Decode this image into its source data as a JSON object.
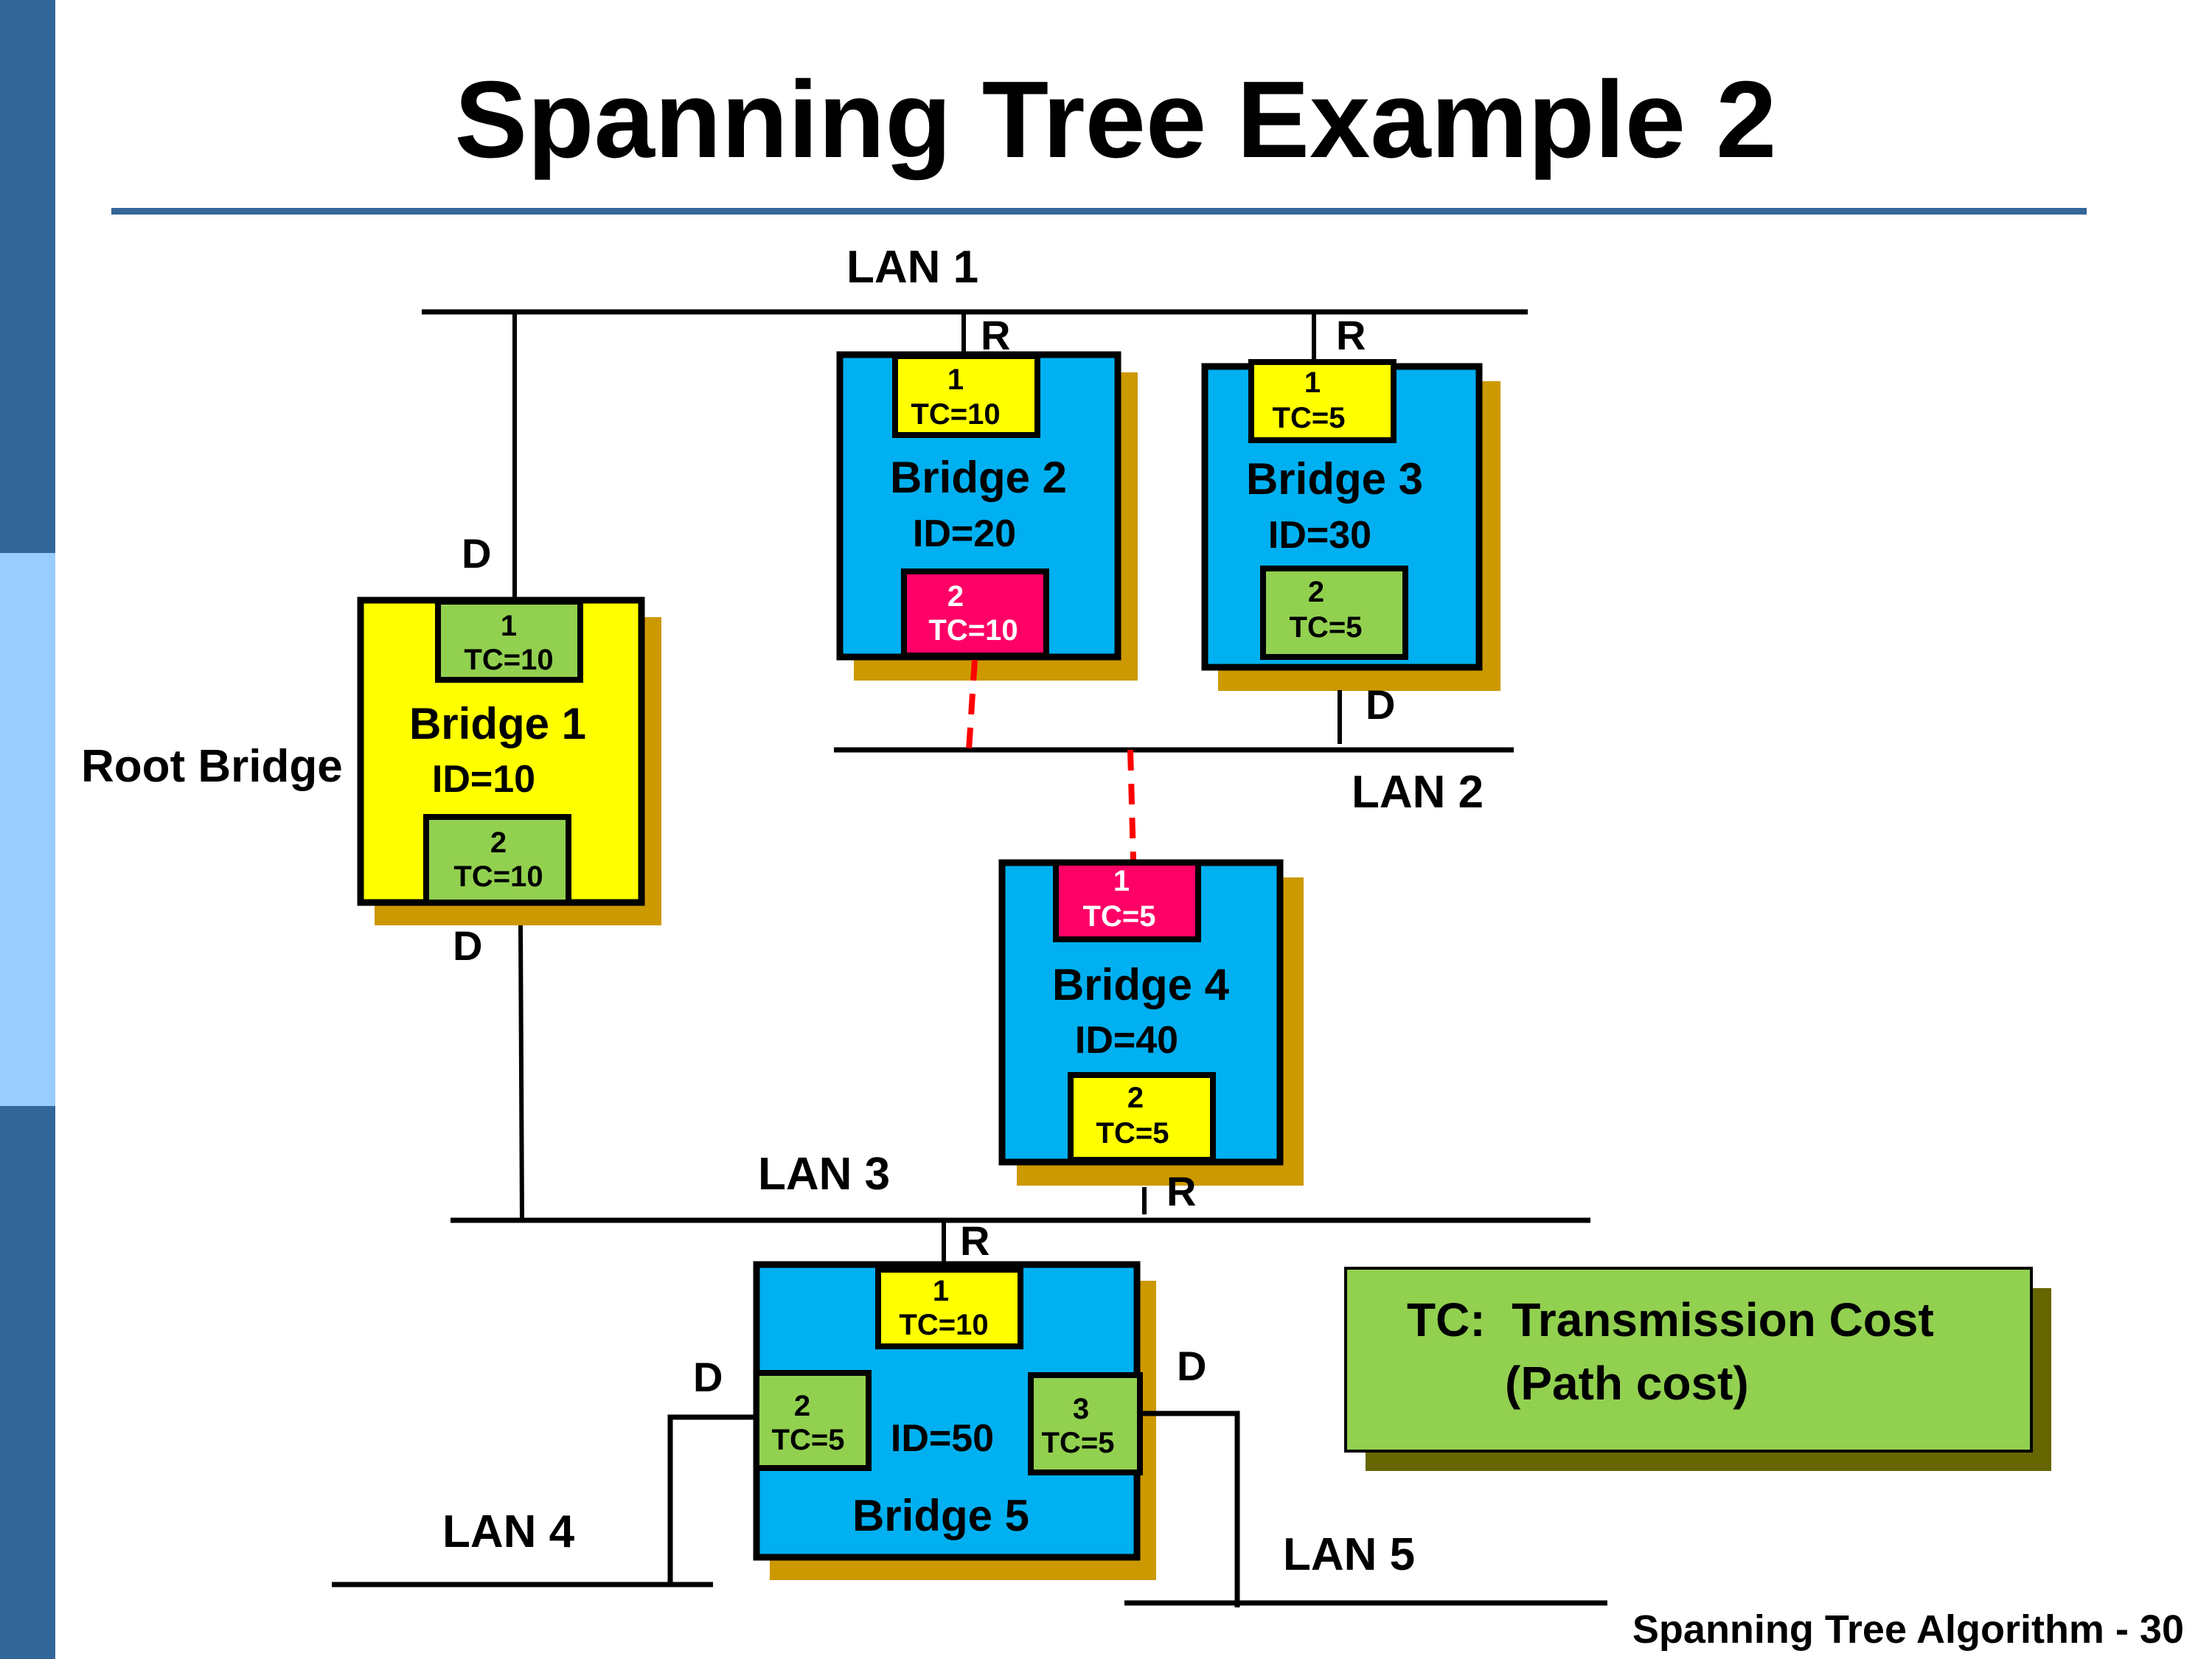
{
  "slide": {
    "title": "Spanning Tree Example 2",
    "footer": "Spanning Tree Algorithm - 30",
    "colors": {
      "sidebar_dark": "#336699",
      "sidebar_light": "#99CCFF",
      "title_rule": "#336699",
      "root_bridge_fill": "#FFFF00",
      "bridge_fill": "#00B0F0",
      "bridge_shadow": "#CC9900",
      "root_port": "#FFFF00",
      "designated_port": "#92D050",
      "blocked_port": "#FF0066",
      "blocked_link": "#FF0000",
      "legend_fill": "#92D050",
      "legend_shadow": "#666600"
    }
  },
  "lans": {
    "lan1": "LAN 1",
    "lan2": "LAN 2",
    "lan3": "LAN 3",
    "lan4": "LAN 4",
    "lan5": "LAN 5"
  },
  "root_label": "Root Bridge",
  "bridges": {
    "b1": {
      "name": "Bridge 1",
      "id": "ID=10",
      "p1": {
        "num": "1",
        "tc": "TC=10",
        "role": "D"
      },
      "p2": {
        "num": "2",
        "tc": "TC=10",
        "role": "D"
      }
    },
    "b2": {
      "name": "Bridge 2",
      "id": "ID=20",
      "p1": {
        "num": "1",
        "tc": "TC=10",
        "role": "R"
      },
      "p2": {
        "num": "2",
        "tc": "TC=10",
        "role": "blocked"
      }
    },
    "b3": {
      "name": "Bridge 3",
      "id": "ID=30",
      "p1": {
        "num": "1",
        "tc": "TC=5",
        "role": "R"
      },
      "p2": {
        "num": "2",
        "tc": "TC=5",
        "role": "D"
      }
    },
    "b4": {
      "name": "Bridge 4",
      "id": "ID=40",
      "p1": {
        "num": "1",
        "tc": "TC=5",
        "role": "blocked"
      },
      "p2": {
        "num": "2",
        "tc": "TC=5",
        "role": "R"
      }
    },
    "b5": {
      "name": "Bridge 5",
      "id": "ID=50",
      "p1": {
        "num": "1",
        "tc": "TC=10",
        "role": "R"
      },
      "p2": {
        "num": "2",
        "tc": "TC=5",
        "role": "D"
      },
      "p3": {
        "num": "3",
        "tc": "TC=5",
        "role": "D"
      }
    }
  },
  "port_labels": {
    "r": "R",
    "d": "D"
  },
  "legend": {
    "line1": "TC:  Transmission Cost",
    "line2": "(Path cost)"
  }
}
